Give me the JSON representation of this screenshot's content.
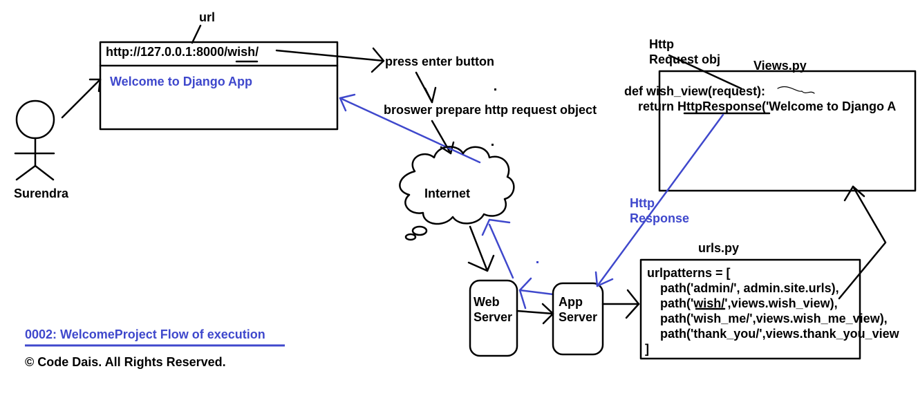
{
  "user": {
    "name": "Surendra"
  },
  "browser": {
    "url_label": "url",
    "url": "http://127.0.0.1:8000/wish/",
    "content": "Welcome to Django App"
  },
  "steps": {
    "press_enter": "press enter button",
    "prepare_request": "broswer prepare http request object"
  },
  "internet": {
    "label": "Internet"
  },
  "web_server": {
    "line1": "Web",
    "line2": "Server"
  },
  "app_server": {
    "line1": "App",
    "line2": "Server"
  },
  "http_request": {
    "line1": "Http",
    "line2": "Request obj"
  },
  "views": {
    "title": "Views.py",
    "line1": "def wish_view(request):",
    "line2": "return HttpResponse('Welcome to Django A"
  },
  "http_response": {
    "line1": "Http",
    "line2": "Response"
  },
  "urls": {
    "title": "urls.py",
    "lines": [
      "urlpatterns = [",
      "path('admin/', admin.site.urls),",
      "path('wish/',views.wish_view),",
      "path('wish_me/',views.wish_me_view),",
      "path('thank_you/',views.thank_you_view",
      "]"
    ]
  },
  "footer": {
    "title": "0002: WelcomeProject Flow of execution",
    "copyright": "© Code Dais. All Rights Reserved."
  },
  "colors": {
    "ink": "#000000",
    "accent": "#3f48cc"
  }
}
